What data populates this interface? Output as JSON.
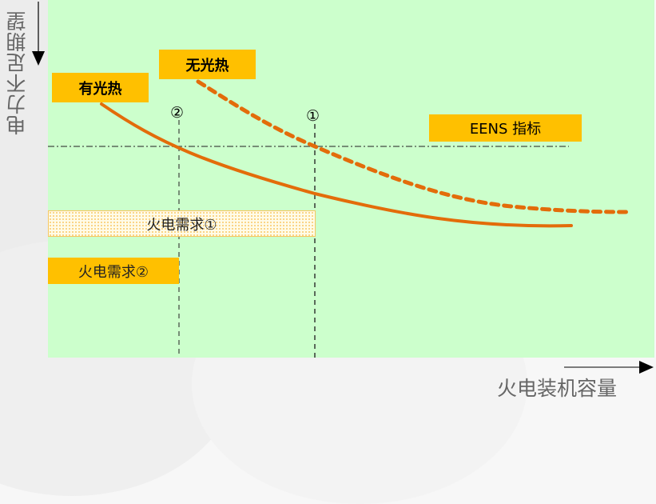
{
  "axes": {
    "y_title": "电力不足期望",
    "x_title": "火电装机容量"
  },
  "labels": {
    "with_solar_thermal": "有光热",
    "without_solar_thermal": "无光热",
    "eens_index": "EENS 指标",
    "thermal_demand_1": "火电需求①",
    "thermal_demand_2": "火电需求②",
    "marker_1": "①",
    "marker_2": "②"
  },
  "colors": {
    "plot_background": "#ccffcc",
    "label_fill": "#ffc000",
    "curve": "#e36c0a",
    "guide_lines": "#596959"
  },
  "diagram": {
    "type": "line",
    "title": "",
    "xlabel": "火电装机容量",
    "ylabel": "电力不足期望",
    "series": [
      {
        "name": "有光热",
        "style": "solid"
      },
      {
        "name": "无光热",
        "style": "dashed"
      }
    ],
    "reference_line": "EENS 指标",
    "intersections": [
      {
        "marker": "②",
        "series": "有光热",
        "demand": "火电需求②"
      },
      {
        "marker": "①",
        "series": "无光热",
        "demand": "火电需求①"
      }
    ]
  }
}
